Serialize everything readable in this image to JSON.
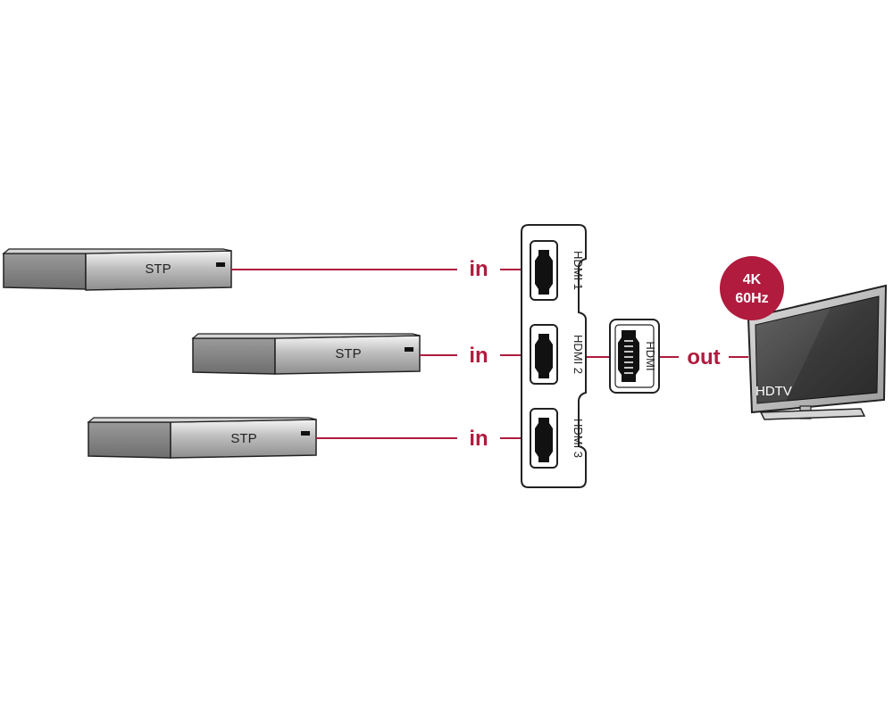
{
  "devices": [
    {
      "label": "STP"
    },
    {
      "label": "STP"
    },
    {
      "label": "STP"
    }
  ],
  "inputs": [
    {
      "label": "in",
      "port": "HDMI 1"
    },
    {
      "label": "in",
      "port": "HDMI 2"
    },
    {
      "label": "in",
      "port": "HDMI 3"
    }
  ],
  "output": {
    "label": "out",
    "port": "HDMI"
  },
  "tv": {
    "label": "HDTV"
  },
  "badge": {
    "line1": "4K",
    "line2": "60Hz"
  },
  "colors": {
    "accent": "#b01b3e",
    "line": "#b01b3e"
  }
}
